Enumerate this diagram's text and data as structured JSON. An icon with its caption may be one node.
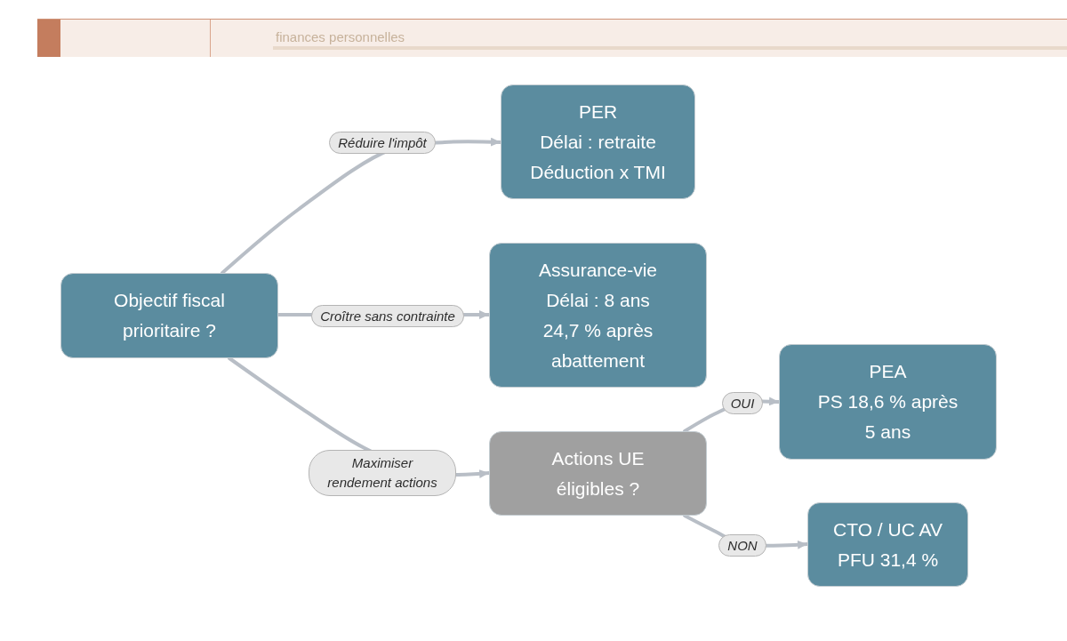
{
  "diagram": {
    "nodes": [
      {
        "text": [
          "Objectif fiscal prioritaire ?"
        ]
      },
      {
        "text": [
          "PER",
          "Délai : retraite",
          "Déduction x TMI"
        ]
      },
      {
        "text": [
          "Assurance-vie",
          "Délai : 8 ans",
          "24,7 % après abattement"
        ]
      },
      {
        "text": [
          "Actions UE éligibles ?"
        ]
      },
      {
        "text": [
          "PEA",
          "PS 18,6 % après 5 ans"
        ]
      },
      {
        "text": [
          "CTO / UC AV",
          "PFU 31,4 %"
        ]
      }
    ],
    "edges": [
      {
        "from": 0,
        "to": 1,
        "arrow": "to",
        "label": "Réduire l'impôt"
      },
      {
        "from": 0,
        "to": 2,
        "arrow": "to",
        "label": "Croître sans contrainte"
      },
      {
        "from": 0,
        "to": 3,
        "arrow": "to",
        "label": "Maximiser rendement actions"
      },
      {
        "from": 3,
        "to": 4,
        "arrow": "to",
        "label": "OUI"
      },
      {
        "from": 3,
        "to": 5,
        "arrow": "to",
        "label": "NON"
      }
    ],
    "labels": [
      "finances personnelles"
    ]
  }
}
